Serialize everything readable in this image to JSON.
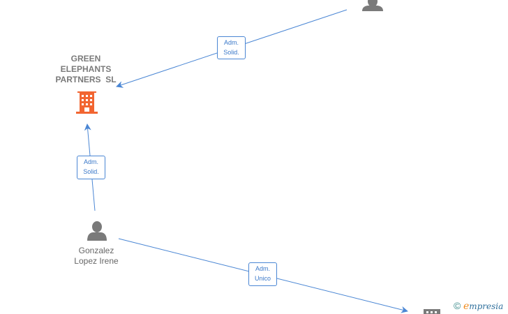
{
  "nodes": {
    "company": {
      "name_lines": [
        "GREEN",
        "ELEPHANTS",
        "PARTNERS  SL"
      ]
    },
    "person": {
      "name_lines": [
        "Gonzalez",
        "Lopez Irene"
      ]
    }
  },
  "edges": [
    {
      "id": "top-person-to-company",
      "label_lines": [
        "Adm.",
        "Solid."
      ]
    },
    {
      "id": "gonzalez-to-company",
      "label_lines": [
        "Adm.",
        "Solid."
      ]
    },
    {
      "id": "gonzalez-to-bottom-company",
      "label_lines": [
        "Adm.",
        "Unico"
      ]
    }
  ],
  "watermark": {
    "copyright": "©",
    "brand_initial": "e",
    "brand_rest": "mpresia"
  },
  "colors": {
    "company_icon": "#f26531",
    "person_icon": "#7a7a7a",
    "edge": "#4a86d4",
    "edge_label": "#3a78c9"
  },
  "icons": {
    "company": "building-icon",
    "person": "person-icon"
  }
}
